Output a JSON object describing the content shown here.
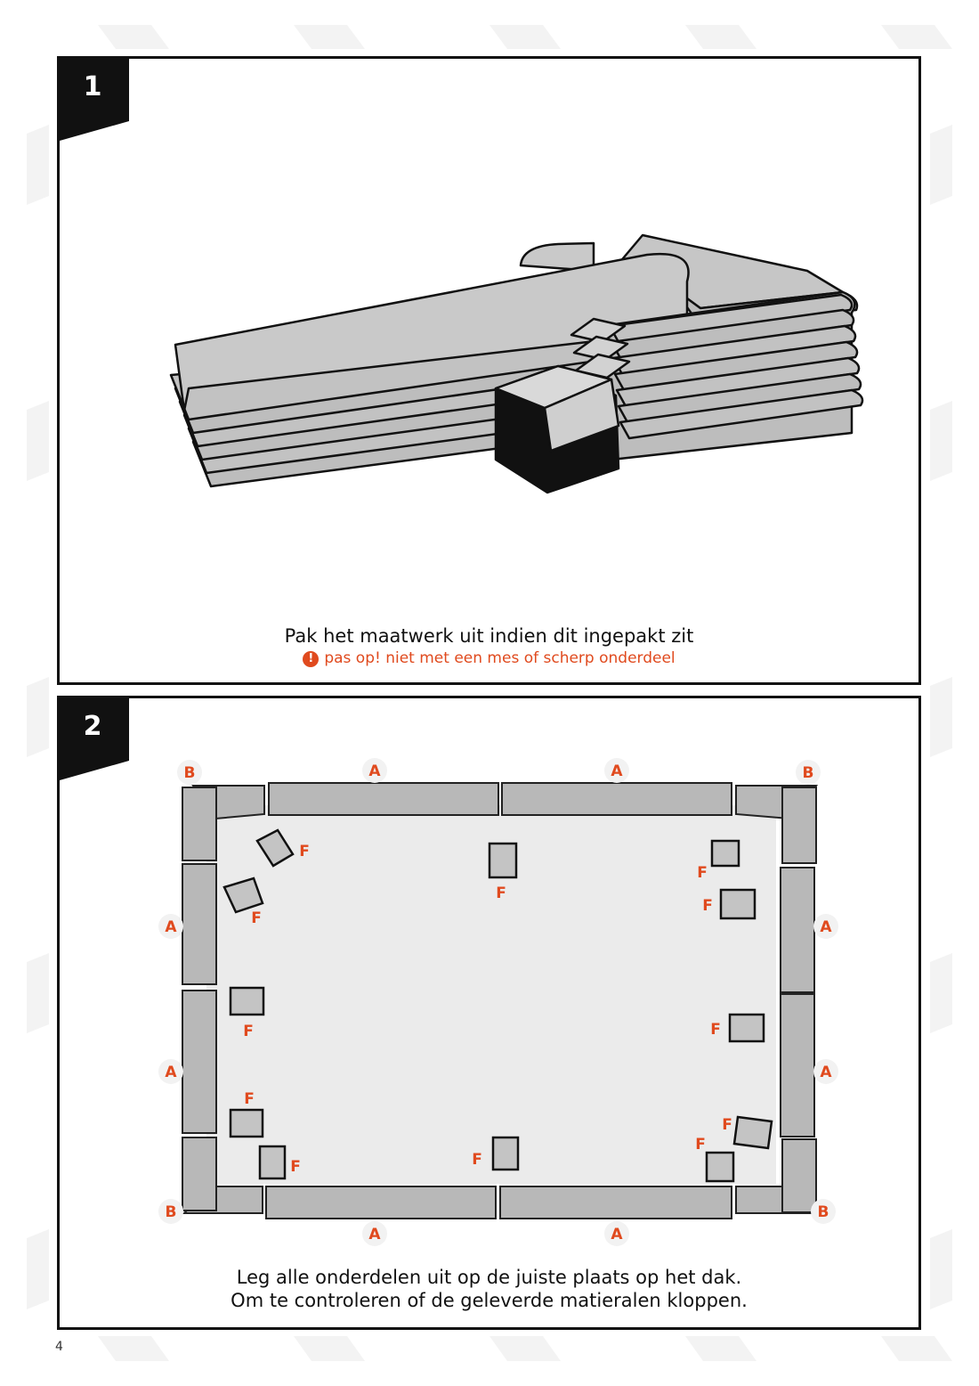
{
  "page": {
    "number": "4"
  },
  "step1": {
    "number": "1",
    "instruction": "Pak het maatwerk uit indien dit ingepakt zit",
    "warning_icon": "!",
    "warning": "pas op! niet met een mes of scherp onderdeel"
  },
  "step2": {
    "number": "2",
    "instruction_line1": "Leg alle onderdelen uit op de juiste plaats op het dak.",
    "instruction_line2": "Om te controleren of de geleverde matieralen kloppen.",
    "part_labels": {
      "a": "A",
      "b": "B",
      "f": "F"
    }
  },
  "colors": {
    "accent": "#e04a1e",
    "frame": "#111111",
    "part_gray": "#b8b8b8"
  }
}
